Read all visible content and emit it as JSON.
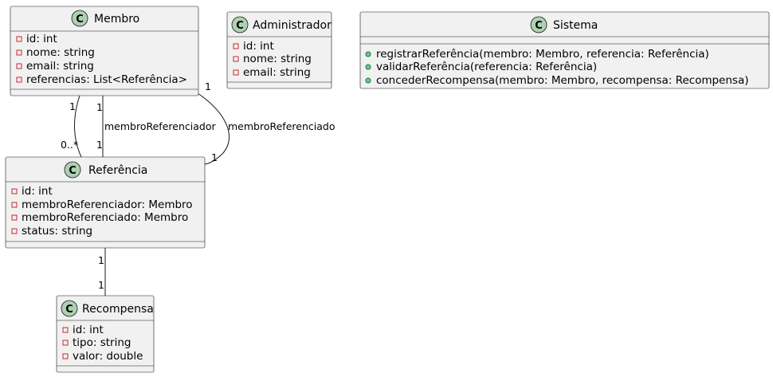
{
  "classes": {
    "membro": {
      "name": "Membro",
      "stereotype_letter": "C",
      "attributes": [
        "id: int",
        "nome: string",
        "email: string",
        "referencias: List<Referência>"
      ],
      "attribute_visibility": [
        "private",
        "private",
        "private",
        "private"
      ]
    },
    "administrador": {
      "name": "Administrador",
      "stereotype_letter": "C",
      "attributes": [
        "id: int",
        "nome: string",
        "email: string"
      ],
      "attribute_visibility": [
        "private",
        "private",
        "private"
      ]
    },
    "sistema": {
      "name": "Sistema",
      "stereotype_letter": "C",
      "methods": [
        "registrarReferência(membro: Membro, referencia: Referência)",
        "validarReferência(referencia: Referência)",
        "concederRecompensa(membro: Membro, recompensa: Recompensa)"
      ],
      "method_visibility": [
        "public",
        "public",
        "public"
      ]
    },
    "referencia": {
      "name": "Referência",
      "stereotype_letter": "C",
      "attributes": [
        "id: int",
        "membroReferenciador: Membro",
        "membroReferenciado: Membro",
        "status: string"
      ],
      "attribute_visibility": [
        "private",
        "private",
        "private",
        "private"
      ]
    },
    "recompensa": {
      "name": "Recompensa",
      "stereotype_letter": "C",
      "attributes": [
        "id: int",
        "tipo: string",
        "valor: double"
      ],
      "attribute_visibility": [
        "private",
        "private",
        "private"
      ]
    }
  },
  "associations": [
    {
      "from": "Membro",
      "to": "Referência",
      "from_mult": "1",
      "to_mult": "0..*",
      "label": ""
    },
    {
      "from": "Membro",
      "to": "Referência",
      "from_mult": "1",
      "to_mult": "1",
      "label": "membroReferenciador"
    },
    {
      "from": "Membro",
      "to": "Referência",
      "from_mult": "1",
      "to_mult": "1",
      "label": "membroReferenciado"
    },
    {
      "from": "Referência",
      "to": "Recompensa",
      "from_mult": "1",
      "to_mult": "1",
      "label": ""
    }
  ],
  "colors": {
    "class_fill": "#f1f1f1",
    "badge_fill": "#add1b2",
    "private_marker": "#c82930",
    "public_marker": "#84be84",
    "line": "#181818"
  }
}
